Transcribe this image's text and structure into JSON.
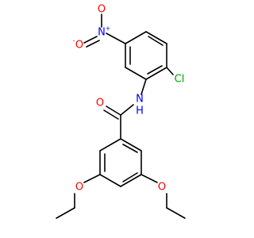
{
  "molecule": {
    "atoms": {
      "nitro_o_minus": {
        "symbol": "O",
        "charge": "-",
        "color": "#ff0000"
      },
      "nitro_n": {
        "symbol": "N",
        "charge": "+",
        "color": "#0000ff"
      },
      "nitro_o": {
        "symbol": "O",
        "color": "#ff0000"
      },
      "chlorine": {
        "symbol": "Cl",
        "color": "#00a000"
      },
      "amide_n": {
        "symbol": "N",
        "color": "#0000ff"
      },
      "amide_h": {
        "symbol": "H",
        "color": "#0000ff"
      },
      "carbonyl_o": {
        "symbol": "O",
        "color": "#ff0000"
      },
      "ether_o_left": {
        "symbol": "O",
        "color": "#ff0000"
      },
      "ether_o_right": {
        "symbol": "O",
        "color": "#ff0000"
      }
    }
  }
}
